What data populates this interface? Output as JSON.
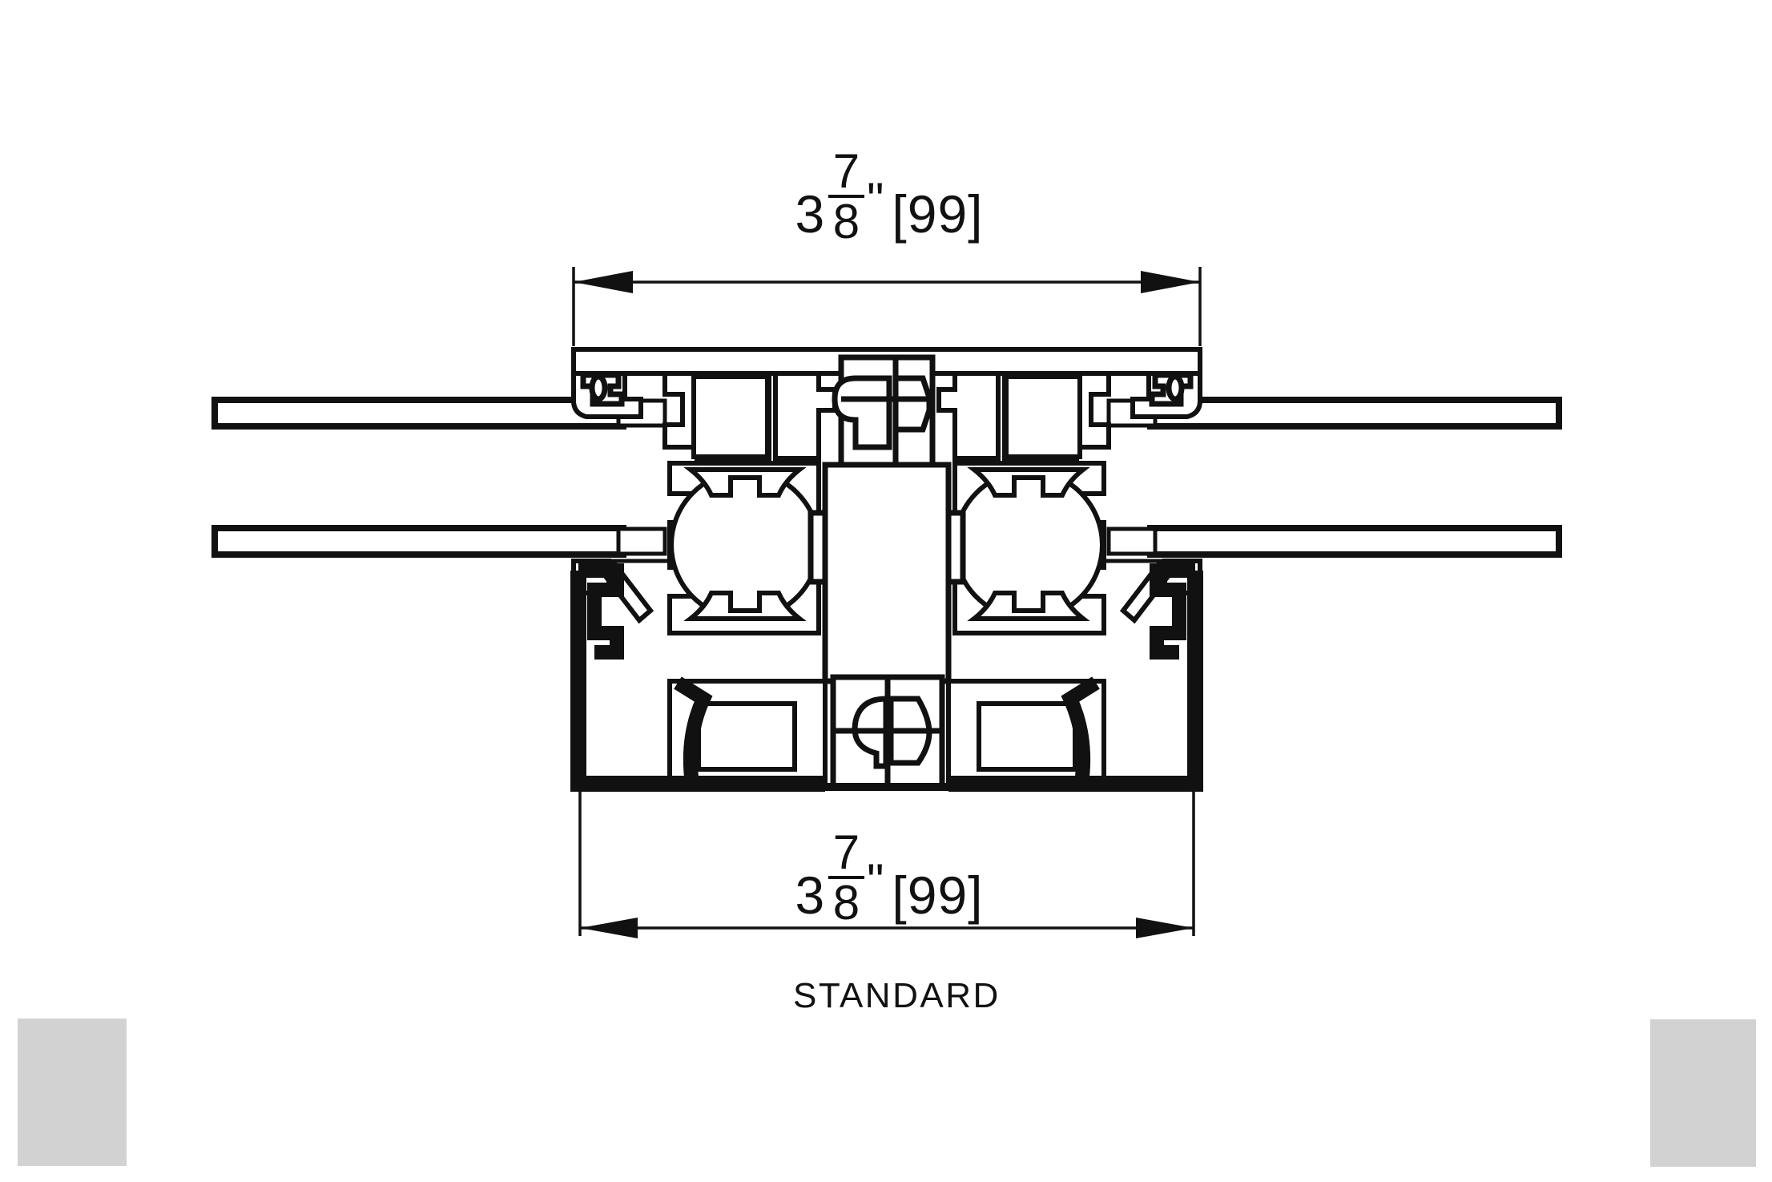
{
  "drawing": {
    "title_caption": "STANDARD",
    "background_color": "#ffffff",
    "line_color": "#111111",
    "swatch_color": "#d2d2d2",
    "subject": "aluminum-mullion-cross-section"
  },
  "dimensions": {
    "top": {
      "whole": "3",
      "numerator": "7",
      "denominator": "8",
      "unit_mark": "\"",
      "metric": "[99]",
      "full_text": "3 7/8\" [99]"
    },
    "bottom": {
      "whole": "3",
      "numerator": "7",
      "denominator": "8",
      "unit_mark": "\"",
      "metric": "[99]",
      "full_text": "3 7/8\" [99]"
    }
  },
  "labels": {
    "standard": "STANDARD"
  }
}
